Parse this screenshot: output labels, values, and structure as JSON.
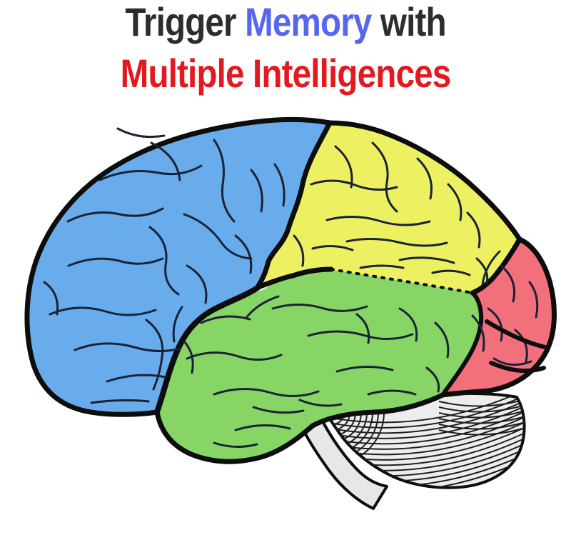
{
  "title": {
    "line1": {
      "part1": {
        "text": "Trigger ",
        "color": "#2d2d2d"
      },
      "part2": {
        "text": "Memory",
        "color": "#5666ee"
      },
      "part3": {
        "text": " with",
        "color": "#2d2d2d"
      }
    },
    "line2": {
      "text": "Multiple Intelligences",
      "color": "#e2191e"
    }
  },
  "brain": {
    "outline_color": "#0d0d0d",
    "sulci_color": "#1a2336",
    "regions": {
      "frontal": {
        "name": "frontal-lobe",
        "color": "#68acec"
      },
      "parietal": {
        "name": "parietal-lobe",
        "color": "#edf161"
      },
      "temporal": {
        "name": "temporal-lobe",
        "color": "#87d665"
      },
      "occipital": {
        "name": "occipital-lobe",
        "color": "#f2707c"
      },
      "cerebellum": {
        "name": "cerebellum",
        "color": "#ededed"
      },
      "brainstem": {
        "name": "brain-stem",
        "color": "#e7e7e7"
      }
    }
  }
}
